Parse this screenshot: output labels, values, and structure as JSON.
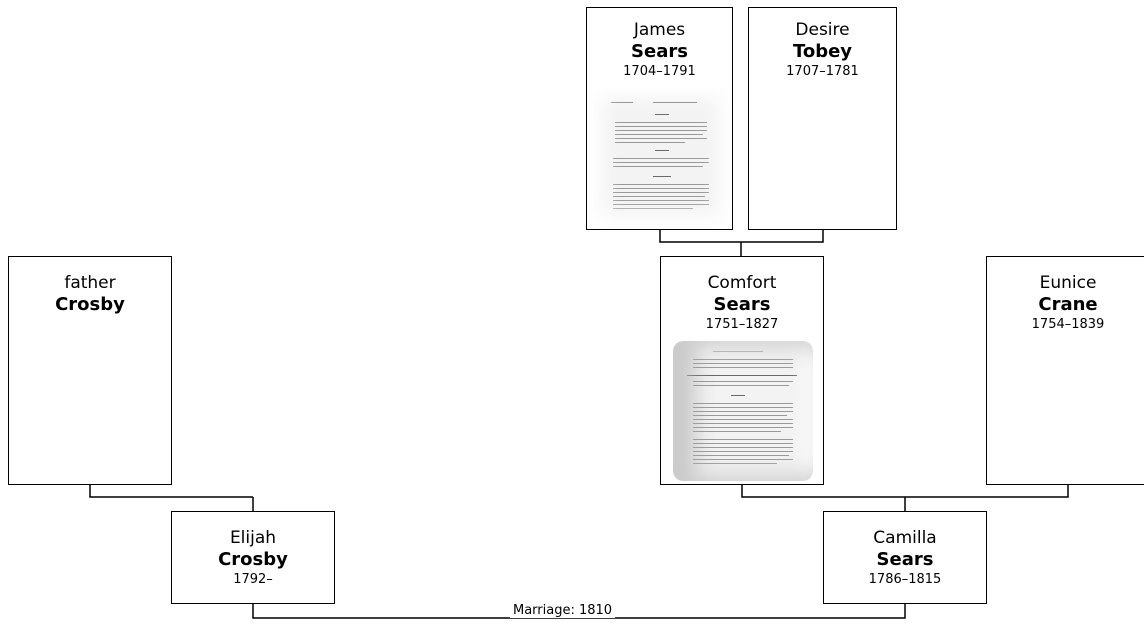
{
  "people": {
    "james": {
      "given": "James",
      "surname": "Sears",
      "dates": "1704–1791"
    },
    "desire": {
      "given": "Desire",
      "surname": "Tobey",
      "dates": "1707–1781"
    },
    "father": {
      "given": "father",
      "surname": "Crosby",
      "dates": ""
    },
    "comfort": {
      "given": "Comfort",
      "surname": "Sears",
      "dates": "1751–1827"
    },
    "eunice": {
      "given": "Eunice",
      "surname": "Crane",
      "dates": "1754–1839"
    },
    "elijah": {
      "given": "Elijah",
      "surname": "Crosby",
      "dates": "1792–"
    },
    "camilla": {
      "given": "Camilla",
      "surname": "Sears",
      "dates": "1786–1815"
    }
  },
  "marriage": {
    "label": "Marriage: 1810"
  },
  "icons": {
    "document_thumbnail": "document-scan-icon"
  },
  "colors": {
    "border": "#000000",
    "background": "#ffffff"
  }
}
